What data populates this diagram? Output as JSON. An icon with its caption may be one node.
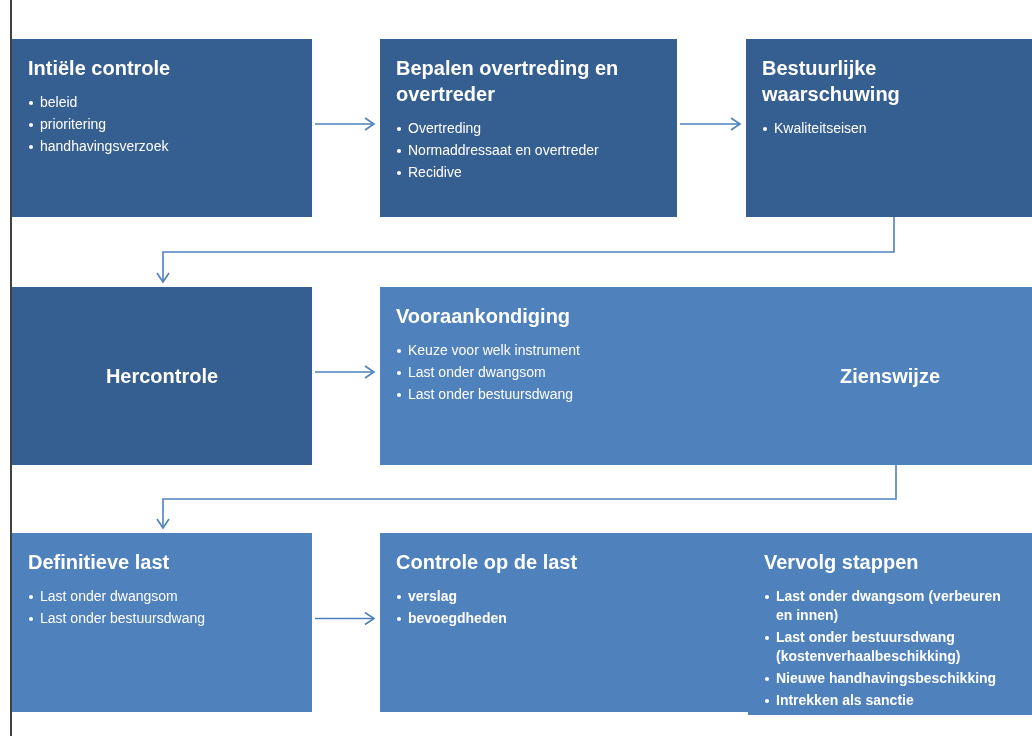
{
  "diagram": {
    "nodes": [
      {
        "text": [
          "Intiële controle",
          "beleid",
          "prioritering",
          "handhavingsverzoek"
        ]
      },
      {
        "text": [
          "Bepalen overtreding en overtreder",
          "Overtreding",
          "Normaddressaat en overtreder",
          "Recidive"
        ]
      },
      {
        "text": [
          "Bestuurlijke waarschuwing",
          "Kwaliteitseisen"
        ]
      },
      {
        "text": [
          "Hercontrole"
        ]
      },
      {
        "text": [
          "Vooraankondiging",
          "Keuze voor welk instrument",
          "Last onder dwangsom",
          "Last onder bestuursdwang"
        ]
      },
      {
        "text": [
          "Zienswijze"
        ]
      },
      {
        "text": [
          "Definitieve last",
          "Last onder dwangsom",
          "Last onder bestuursdwang"
        ]
      },
      {
        "text": [
          "Controle op de last",
          "verslag",
          "bevoegdheden"
        ]
      },
      {
        "text": [
          "Vervolg stappen",
          "Last onder dwangsom (verbeuren en innen)",
          "Last onder bestuursdwang (kostenverhaalbeschikking)",
          "Nieuwe handhavingsbeschikking",
          "Intrekken als sanctie"
        ]
      }
    ],
    "edges": [
      {
        "from": 0,
        "to": 1,
        "arrow": "to"
      },
      {
        "from": 1,
        "to": 2,
        "arrow": "to"
      },
      {
        "from": 2,
        "to": 3,
        "arrow": "to"
      },
      {
        "from": 3,
        "to": 4,
        "arrow": "to"
      },
      {
        "from": 5,
        "to": 6,
        "arrow": "to"
      },
      {
        "from": 6,
        "to": 7,
        "arrow": "to"
      }
    ]
  }
}
